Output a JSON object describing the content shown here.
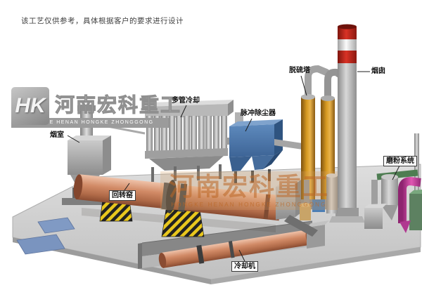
{
  "page": {
    "disclaimer": "该工艺仅供参考，具体根据客户的要求进行设计"
  },
  "branding": {
    "logo_initials": "HK",
    "company_cn": "河南宏科重工",
    "company_en": "HONGKE HENAN HONGKE ZHONGGONG"
  },
  "watermark": {
    "text_cn": "河南宏科重工",
    "text_en": "HONGKE HENAN HONGKE ZHONGGONG"
  },
  "labels": {
    "smoke_chamber": "烟室",
    "multi_tube_cooler": "多管冷却",
    "pulse_dust_collector": "脉冲除尘器",
    "desulfurization_tower": "脱硫塔",
    "chimney": "烟囱",
    "rotary_kiln": "回转窑",
    "cooler": "冷却机",
    "grinding_system": "磨粉系统"
  },
  "colors": {
    "kiln_shell": "#c9805f",
    "dust_collector_blue": "#4d7fb5",
    "tower_amber": "#d79a22",
    "chimney_band_red": "#c0271a",
    "hazard_yellow": "#e9c71d",
    "magenta_duct": "#cc3f9e",
    "green_duct": "#4e7d52",
    "platform_gray": "#cfcfcf",
    "watermark_orange": "#bc6624"
  }
}
